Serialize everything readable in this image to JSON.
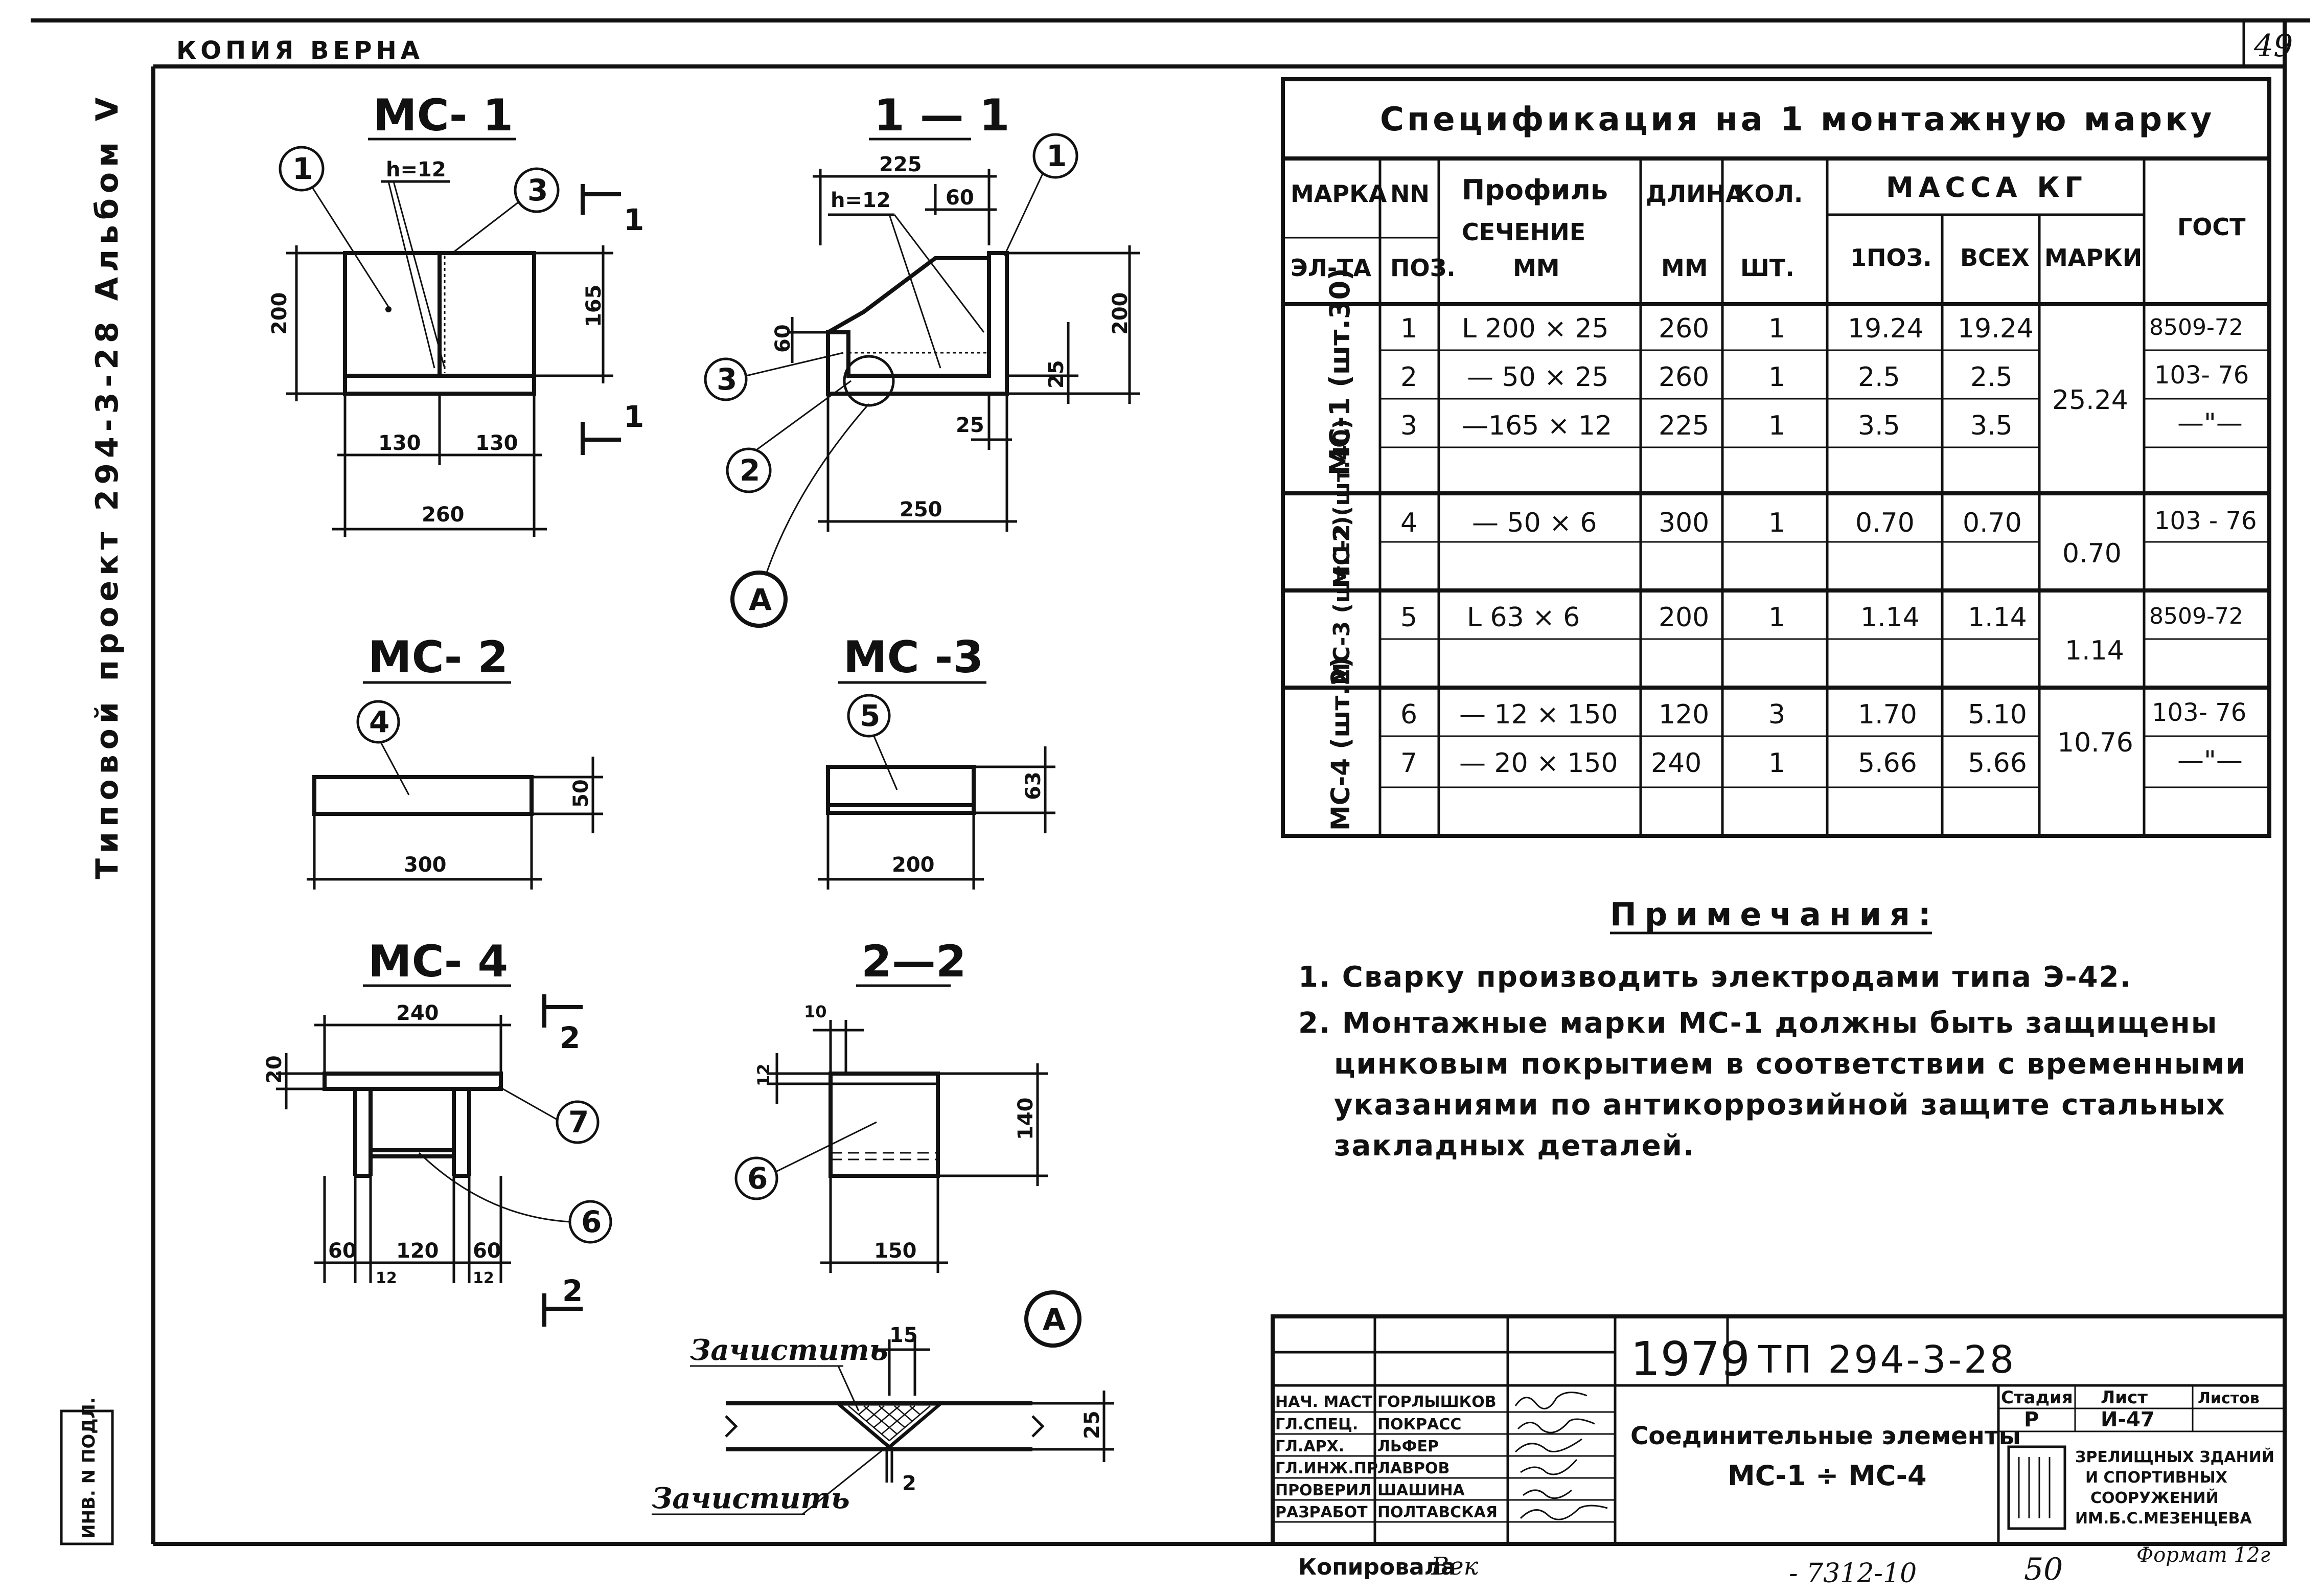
{
  "header": {
    "copy_note": "КОПИЯ ВЕРНА",
    "sheet_number": "49",
    "side_title": "Типовой проект 294-3-28 Альбом V",
    "inv_label": "ИНВ. N ПОДЛ."
  },
  "drawings": {
    "mc1": {
      "title": "МС- 1",
      "weld": "h=12",
      "bubbles": [
        "1",
        "3"
      ],
      "section_mark": "1",
      "dims": {
        "height": "200",
        "inner": "165",
        "half_left": "130",
        "half_right": "130",
        "total": "260"
      }
    },
    "sec11": {
      "title": "1 — 1",
      "weld": "h=12",
      "bubbles": [
        "1",
        "3",
        "2",
        "A"
      ],
      "dims": {
        "top": "225",
        "flange": "60",
        "height": "200",
        "left": "60",
        "t1": "25",
        "t2": "25",
        "bottom": "250"
      }
    },
    "mc2": {
      "title": "МС- 2",
      "bubble": "4",
      "dims": {
        "thk": "50",
        "len": "300"
      }
    },
    "mc3": {
      "title": "МС -3",
      "bubble": "5",
      "dims": {
        "thk": "63",
        "len": "200"
      }
    },
    "mc4": {
      "title": "МС- 4",
      "bubbles": [
        "7",
        "6"
      ],
      "section_mark": "2",
      "dims": {
        "top": "240",
        "thk": "20",
        "a": "60",
        "b": "120",
        "c": "60",
        "w1": "12",
        "w2": "12"
      }
    },
    "sec22": {
      "title": "2—2",
      "bubble": "6",
      "dims": {
        "top": "10",
        "thk": "12",
        "height": "140",
        "width": "150"
      }
    },
    "detailA": {
      "bubble": "A",
      "clean_top": "Зачистить",
      "clean_bottom": "Зачистить",
      "dims": {
        "gap": "15",
        "thk": "25",
        "root": "2"
      }
    }
  },
  "spec": {
    "title": "Спецификация на 1 монтажную марку",
    "headers": {
      "mark": "МАРКА",
      "mark2": "ЭЛ-ТА",
      "pos": "NN",
      "pos2": "ПОЗ.",
      "profile": "Профиль",
      "profile2": "СЕЧЕНИЕ",
      "profile3": "ММ",
      "length": "ДЛИНА",
      "length2": "ММ",
      "qty": "КОЛ.",
      "qty2": "ШТ.",
      "mass": "МАССА КГ",
      "mass_one": "1ПОЗ.",
      "mass_all": "ВСЕХ",
      "mass_mark": "МАРКИ",
      "gost": "ГОСТ"
    },
    "rows": [
      {
        "pos": "1",
        "profile": "L 200 × 25",
        "length": "260",
        "qty": "1",
        "one": "19.24",
        "all": "19.24",
        "gost": "8509-72"
      },
      {
        "pos": "2",
        "profile": "— 50 × 25",
        "length": "260",
        "qty": "1",
        "one": "2.5",
        "all": "2.5",
        "gost": "103- 76"
      },
      {
        "pos": "3",
        "profile": "—165 × 12",
        "length": "225",
        "qty": "1",
        "one": "3.5",
        "all": "3.5",
        "gost": "—\"—"
      },
      {
        "pos": "4",
        "profile": "— 50 × 6",
        "length": "300",
        "qty": "1",
        "one": "0.70",
        "all": "0.70",
        "gost": "103 - 76"
      },
      {
        "pos": "5",
        "profile": "L 63 × 6",
        "length": "200",
        "qty": "1",
        "one": "1.14",
        "all": "1.14",
        "gost": "8509-72"
      },
      {
        "pos": "6",
        "profile": "— 12 × 150",
        "length": "120",
        "qty": "3",
        "one": "1.70",
        "all": "5.10",
        "gost": "103- 76"
      },
      {
        "pos": "7",
        "profile": "— 20 × 150",
        "length": "240",
        "qty": "1",
        "one": "5.66",
        "all": "5.66",
        "gost": "—\"—"
      }
    ],
    "groups": [
      {
        "mark": "МС-1 (шт.30)",
        "mass": "25.24"
      },
      {
        "mark": "МС-2 (шт.40)",
        "mass": "0.70"
      },
      {
        "mark": "МС-3 (шт.12)",
        "mass": "1.14"
      },
      {
        "mark": "МС-4 (шт.2)",
        "mass": "10.76"
      }
    ]
  },
  "notes": {
    "title": "Примечания:",
    "items": [
      "1. Сварку производить электродами типа Э-42.",
      "2. Монтажные марки МС-1 должны быть защищены",
      "цинковым покрытием в соответствии с временными",
      "указаниями по антикоррозийной защите стальных",
      "закладных деталей."
    ]
  },
  "title_block": {
    "year": "1979",
    "project": "ТП 294-3-28",
    "name1": "Соединительные элементы",
    "name2": "МС-1 ÷ МС-4",
    "stage_h": "Стадия",
    "sheet_h": "Лист",
    "sheets_h": "Листов",
    "stage": "Р",
    "sheet": "И-47",
    "org": [
      "ЗРЕЛИЩНЫХ ЗДАНИЙ",
      "И СПОРТИВНЫХ",
      "СООРУЖЕНИЙ",
      "ИМ.Б.С.МЕЗЕНЦЕВА"
    ],
    "people": [
      {
        "role": "НАЧ. МАСТ",
        "name": "ГОРЛЫШКОВ"
      },
      {
        "role": "ГЛ.СПЕЦ.",
        "name": "ПОКРАСС"
      },
      {
        "role": "ГЛ.АРХ.",
        "name": "ЛЬФЕР"
      },
      {
        "role": "ГЛ.ИНЖ.ПР",
        "name": "ЛАВРОВ"
      },
      {
        "role": "ПРОВЕРИЛ",
        "name": "ШАШИНА"
      },
      {
        "role": "РАЗРАБОТ",
        "name": "ПОЛТАВСКАЯ"
      }
    ]
  },
  "footer": {
    "copied": "Копировала",
    "copier": "Век",
    "number": "- 7312-10",
    "page": "50",
    "format": "Формат 12г"
  }
}
